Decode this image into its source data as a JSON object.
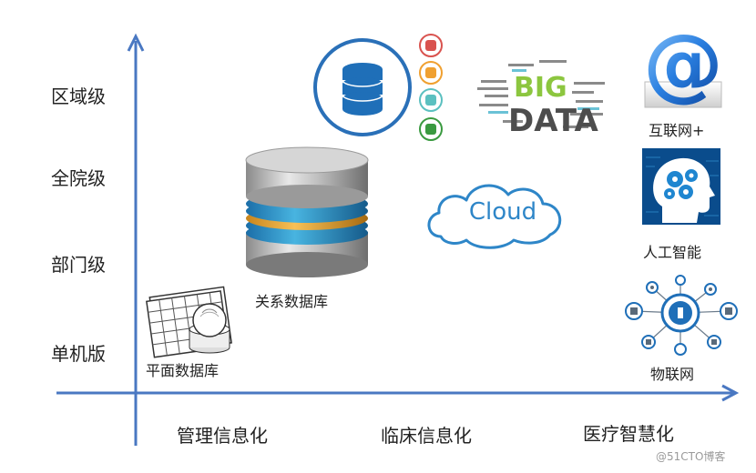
{
  "y_axis": {
    "levels": [
      "区域级",
      "全院级",
      "部门级",
      "单机版"
    ]
  },
  "x_axis": {
    "stages": [
      "管理信息化",
      "临床信息化",
      "医疗智慧化"
    ]
  },
  "captions": {
    "flat_db": "平面数据库",
    "relational_db": "关系数据库",
    "internet_plus": "互联网+",
    "ai": "人工智能",
    "iot": "物联网"
  },
  "cloud": {
    "label": "Cloud"
  },
  "big_data": {
    "big": "BIG",
    "data": "DATA"
  },
  "email_icon": {
    "glyph": "@"
  },
  "watermark": "@51CTO博客",
  "colors": {
    "axis": "#4a78c2",
    "db_circle_border": "#2a70b8",
    "db_blue": "#1f6fb8",
    "db_red": "#d9534f",
    "db_orange": "#f0a030",
    "db_teal": "#5bc0c0",
    "db_green": "#3a9a40",
    "cloud_text": "#2e86c8"
  }
}
